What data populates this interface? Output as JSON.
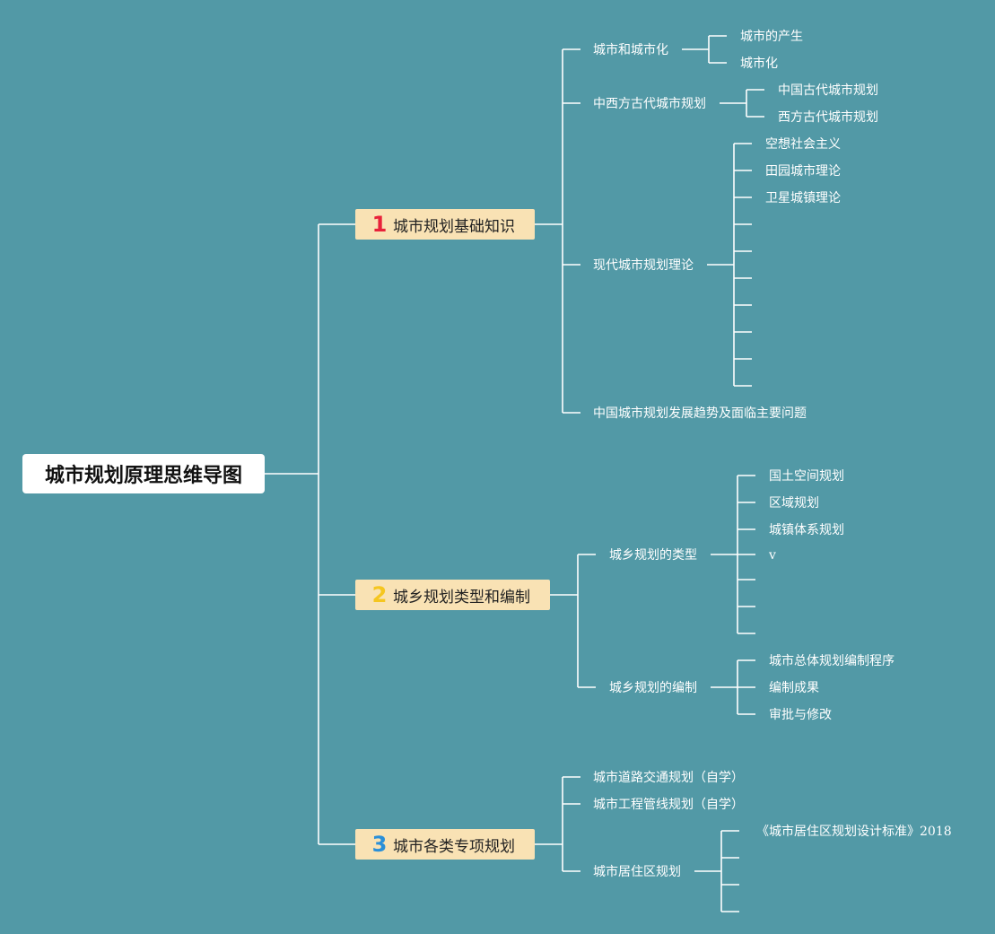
{
  "root": {
    "label": "城市规划原理思维导图"
  },
  "colors": {
    "background": "#5299a6",
    "line": "#ffffff",
    "branch_box": "#f9e2b4",
    "num1": "#e8223a",
    "num2": "#f5c61f",
    "num3": "#2a8fd8"
  },
  "branches": [
    {
      "number": "1",
      "label": "城市规划基础知识",
      "children": [
        {
          "label": "城市和城市化",
          "children": [
            "城市的产生",
            "城市化"
          ]
        },
        {
          "label": "中西方古代城市规划",
          "children": [
            "中国古代城市规划",
            "西方古代城市规划"
          ]
        },
        {
          "label": "现代城市规划理论",
          "children": [
            "空想社会主义",
            "田园城市理论",
            "卫星城镇理论"
          ]
        },
        {
          "label": "中国城市规划发展趋势及面临主要问题"
        }
      ]
    },
    {
      "number": "2",
      "label": "城乡规划类型和编制",
      "children": [
        {
          "label": "城乡规划的类型",
          "children": [
            "国土空间规划",
            "区域规划",
            "城镇体系规划",
            "v"
          ]
        },
        {
          "label": "城乡规划的编制",
          "children": [
            "城市总体规划编制程序",
            "编制成果",
            "审批与修改"
          ]
        }
      ]
    },
    {
      "number": "3",
      "label": "城市各类专项规划",
      "children": [
        {
          "label": "城市道路交通规划（自学）"
        },
        {
          "label": "城市工程管线规划（自学）"
        },
        {
          "label": "城市居住区规划",
          "children": [
            "《城市居住区规划设计标准》2018"
          ]
        }
      ]
    }
  ]
}
